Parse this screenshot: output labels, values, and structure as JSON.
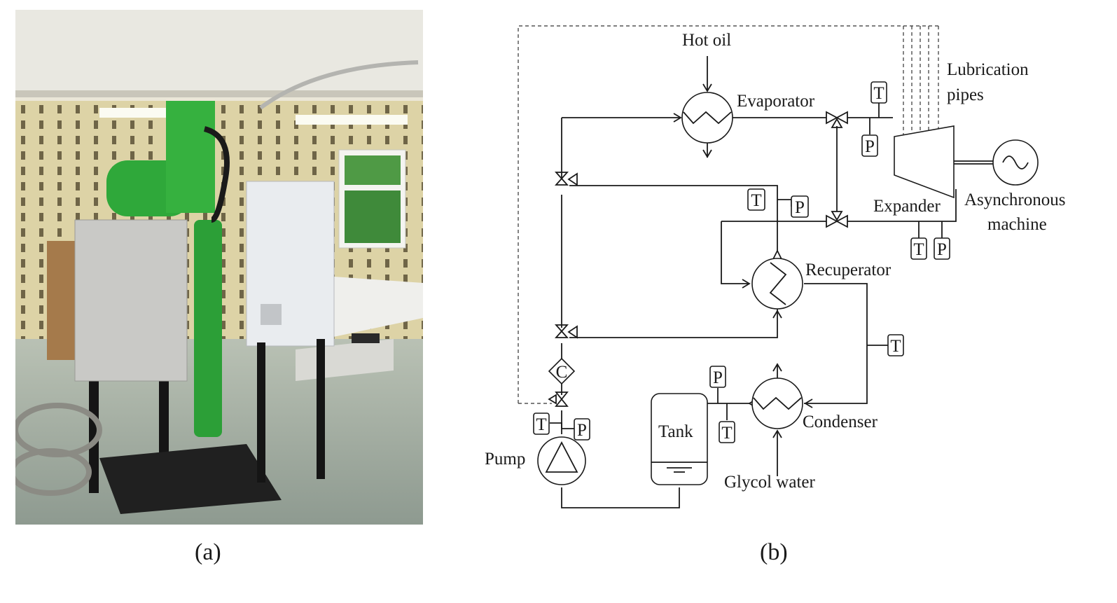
{
  "captions": {
    "a": "(a)",
    "b": "(b)"
  },
  "diagram": {
    "hot_oil": "Hot oil",
    "evaporator": "Evaporator",
    "lubrication_1": "Lubrication",
    "lubrication_2": "pipes",
    "expander": "Expander",
    "async_1": "Asynchronous",
    "async_2": "machine",
    "recuperator": "Recuperator",
    "condenser": "Condenser",
    "tank": "Tank",
    "pump": "Pump",
    "glycol": "Glycol water",
    "check_valve": "C",
    "sensor_T": "T",
    "sensor_P": "P"
  },
  "colors": {
    "machine_green": "#2fa83a",
    "cabinet_white": "#e9ecef",
    "floor": "#a7b1a8",
    "wall": "#d8cfa8"
  }
}
